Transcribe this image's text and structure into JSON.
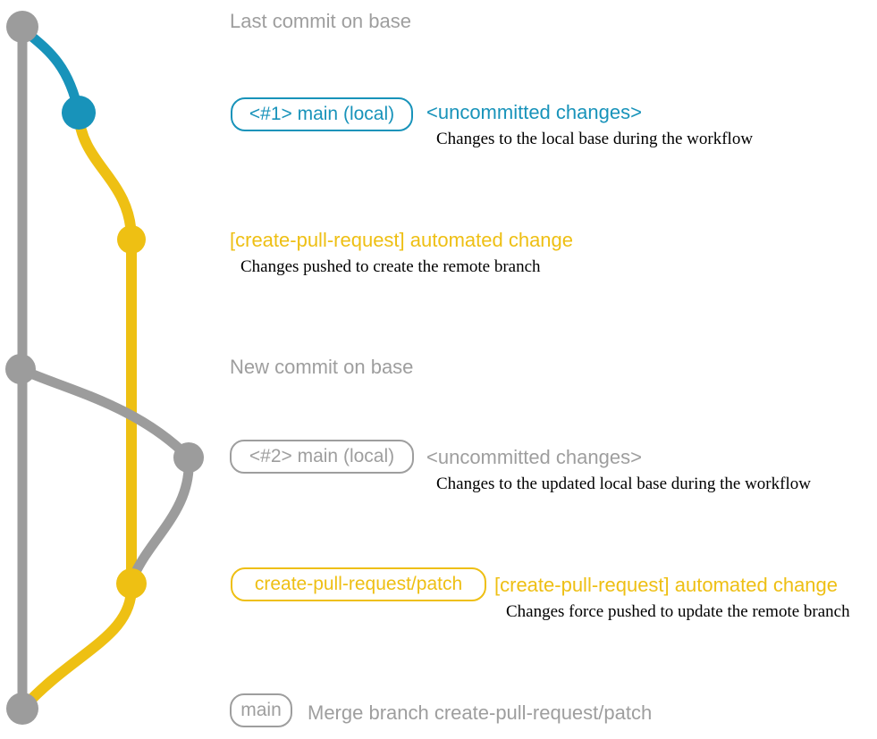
{
  "diagram_title": "git workflow branch diagram",
  "colors": {
    "base_branch_gray": "#9C9C9C",
    "local_main_blue": "#1893BA",
    "pull_request_yellow": "#EEC013",
    "note_text_black": "#000000",
    "muted_label_gray": "#9E9E9E"
  },
  "annotations": {
    "last_commit": "Last commit on base",
    "branch1_tag": "<#1> main (local)",
    "uncommitted1": "<uncommitted changes>",
    "uncommitted1_note": "Changes to the local base during the workflow",
    "auto_change1": "[create-pull-request] automated change",
    "auto_change1_note": "Changes pushed to create the remote branch",
    "new_commit": "New commit on base",
    "branch2_tag": "<#2> main (local)",
    "uncommitted2": "<uncommitted changes>",
    "uncommitted2_note": "Changes to the updated local base during the workflow",
    "patch_branch_tag": "create-pull-request/patch",
    "auto_change2": "[create-pull-request] automated change",
    "auto_change2_note": "Changes force pushed to update the remote branch",
    "main_tag": "main",
    "merge_commit": "Merge branch create-pull-request/patch"
  },
  "graph": {
    "branches": [
      "base (main)",
      "main (local)",
      "create-pull-request/patch"
    ],
    "commit_nodes": [
      {
        "name": "last-commit-on-base",
        "branch": "base",
        "color": "gray"
      },
      {
        "name": "local-main-uncommitted-1",
        "branch": "main (local)",
        "color": "blue"
      },
      {
        "name": "automated-change-1",
        "branch": "create-pull-request/patch",
        "color": "yellow"
      },
      {
        "name": "new-commit-on-base",
        "branch": "base",
        "color": "gray"
      },
      {
        "name": "local-main-uncommitted-2",
        "branch": "main (local)",
        "color": "gray"
      },
      {
        "name": "automated-change-2",
        "branch": "create-pull-request/patch",
        "color": "yellow"
      },
      {
        "name": "merge-commit",
        "branch": "base",
        "color": "gray"
      }
    ]
  }
}
